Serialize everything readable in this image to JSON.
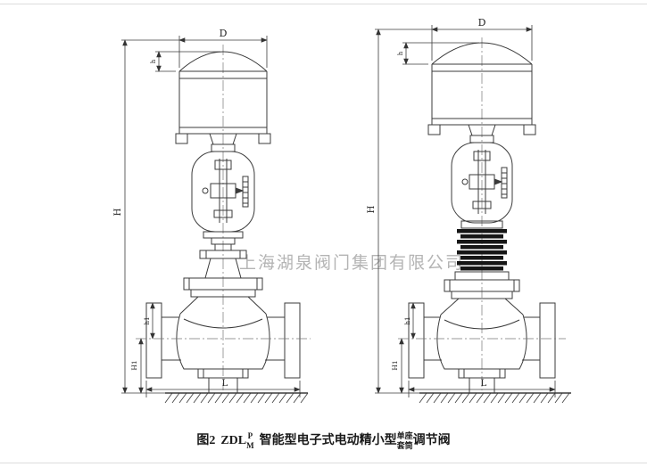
{
  "watermark": "上海湖泉阀门集团有限公司",
  "caption": {
    "fig_label": "图2",
    "model": "ZDL",
    "model_sup": "P",
    "model_sub": "M",
    "desc": "智能型电子式电动精小型",
    "variant_top": "单座",
    "variant_bottom": "套筒",
    "suffix": "调节阀"
  },
  "left_valve": {
    "dims": {
      "D": "D",
      "h": "h",
      "H": "H",
      "h1": "h1",
      "H1": "H1",
      "L": "L"
    }
  },
  "right_valve": {
    "dims": {
      "D": "D",
      "h": "h",
      "H": "H",
      "h1": "h1",
      "H1": "H1",
      "L": "L"
    }
  }
}
